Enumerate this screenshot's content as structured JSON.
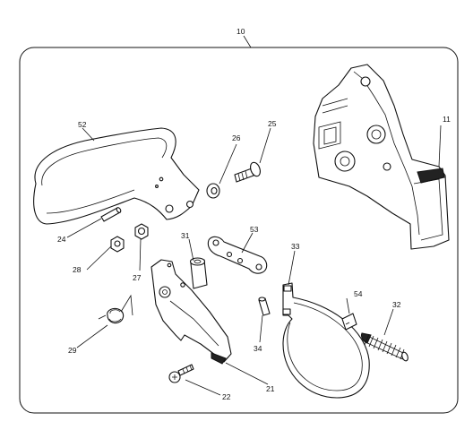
{
  "assembly_label": "10",
  "callouts": [
    {
      "id": "11",
      "text": "11"
    },
    {
      "id": "21",
      "text": "21"
    },
    {
      "id": "22",
      "text": "22"
    },
    {
      "id": "24",
      "text": "24"
    },
    {
      "id": "25",
      "text": "25"
    },
    {
      "id": "26",
      "text": "26"
    },
    {
      "id": "27",
      "text": "27"
    },
    {
      "id": "28",
      "text": "28"
    },
    {
      "id": "29",
      "text": "29"
    },
    {
      "id": "31",
      "text": "31"
    },
    {
      "id": "32",
      "text": "32"
    },
    {
      "id": "33",
      "text": "33"
    },
    {
      "id": "34",
      "text": "34"
    },
    {
      "id": "52",
      "text": "52"
    },
    {
      "id": "53",
      "text": "53"
    },
    {
      "id": "54",
      "text": "54"
    }
  ]
}
